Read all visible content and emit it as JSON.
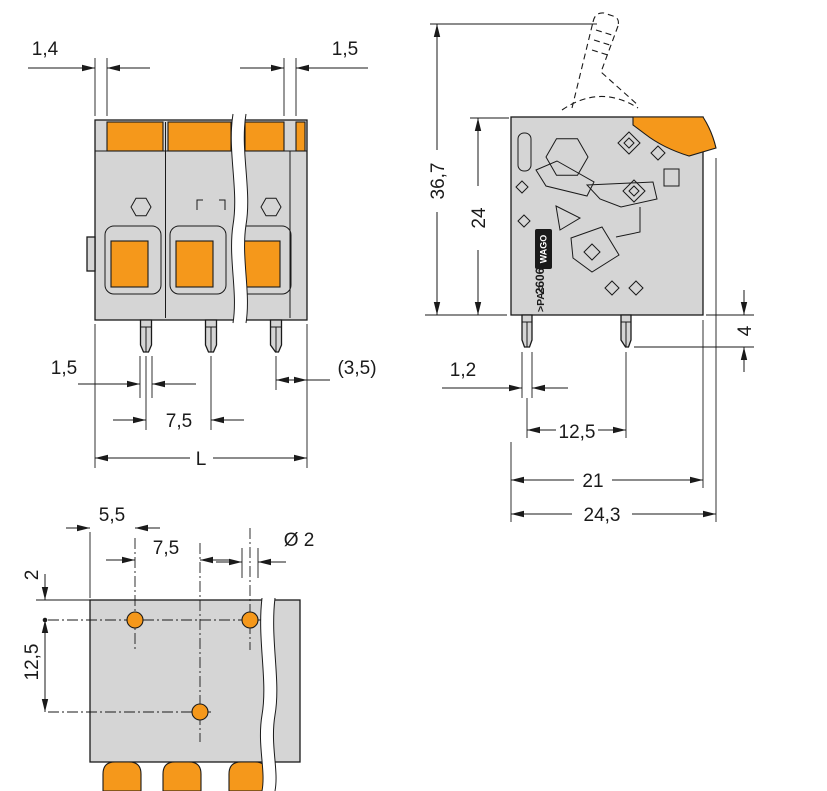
{
  "colors": {
    "orange": "#f5981b",
    "body_gray": "#d5d5d5",
    "line": "#1a1a1a",
    "bg": "#ffffff"
  },
  "front_view": {
    "dims": {
      "cap_gap_left": "1,4",
      "cap_gap_right": "1,5",
      "pin_width": "1,5",
      "pin_pitch": "7,5",
      "end_ref": "(3,5)",
      "overall_length": "L"
    }
  },
  "side_view": {
    "marking": {
      "brand": "WAGO",
      "series": "2606",
      "material": ">PA<"
    },
    "dims": {
      "overall_height": "36,7",
      "body_height": "24",
      "pin_length": "4",
      "pin_width": "1,2",
      "pin_pitch": "12,5",
      "body_depth": "21",
      "overall_depth": "24,3"
    }
  },
  "footprint_view": {
    "dims": {
      "edge_to_hole": "5,5",
      "hole_pitch": "7,5",
      "hole_diameter": "Ø 2",
      "row_offset": "2",
      "row_spacing": "12,5"
    }
  }
}
